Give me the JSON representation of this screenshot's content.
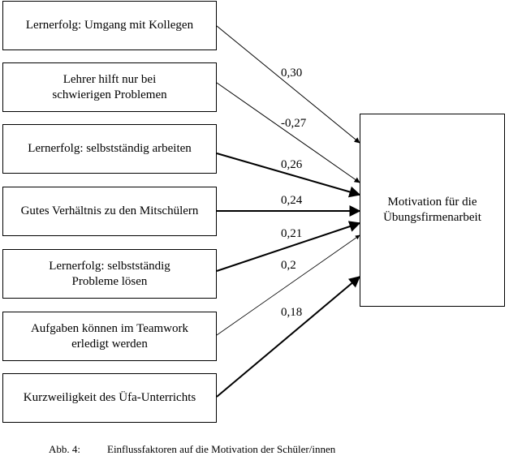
{
  "factors": [
    {
      "label": "Lernerfolg: Umgang mit Kollegen",
      "coefficient": "0,30"
    },
    {
      "label": "Lehrer hilft nur bei\nschwierigen Problemen",
      "coefficient": "-0,27"
    },
    {
      "label": "Lernerfolg:  selbstständig arbeiten",
      "coefficient": "0,26"
    },
    {
      "label": "Gutes Verhältnis zu den Mitschülern",
      "coefficient": "0,24"
    },
    {
      "label": "Lernerfolg:  selbstständig\nProbleme lösen",
      "coefficient": "0,21"
    },
    {
      "label": "Aufgaben können im Teamwork\nerledigt werden",
      "coefficient": "0,2"
    },
    {
      "label": "Kurzweiligkeit des Üfa-Unterrichts",
      "coefficient": "0,18"
    }
  ],
  "target": {
    "label": "Motivation für die\nÜbungsfirmenarbeit"
  },
  "caption": {
    "number": "Abb. 4:",
    "text": "Einflussfaktoren auf die Motivation der Schüler/innen"
  }
}
